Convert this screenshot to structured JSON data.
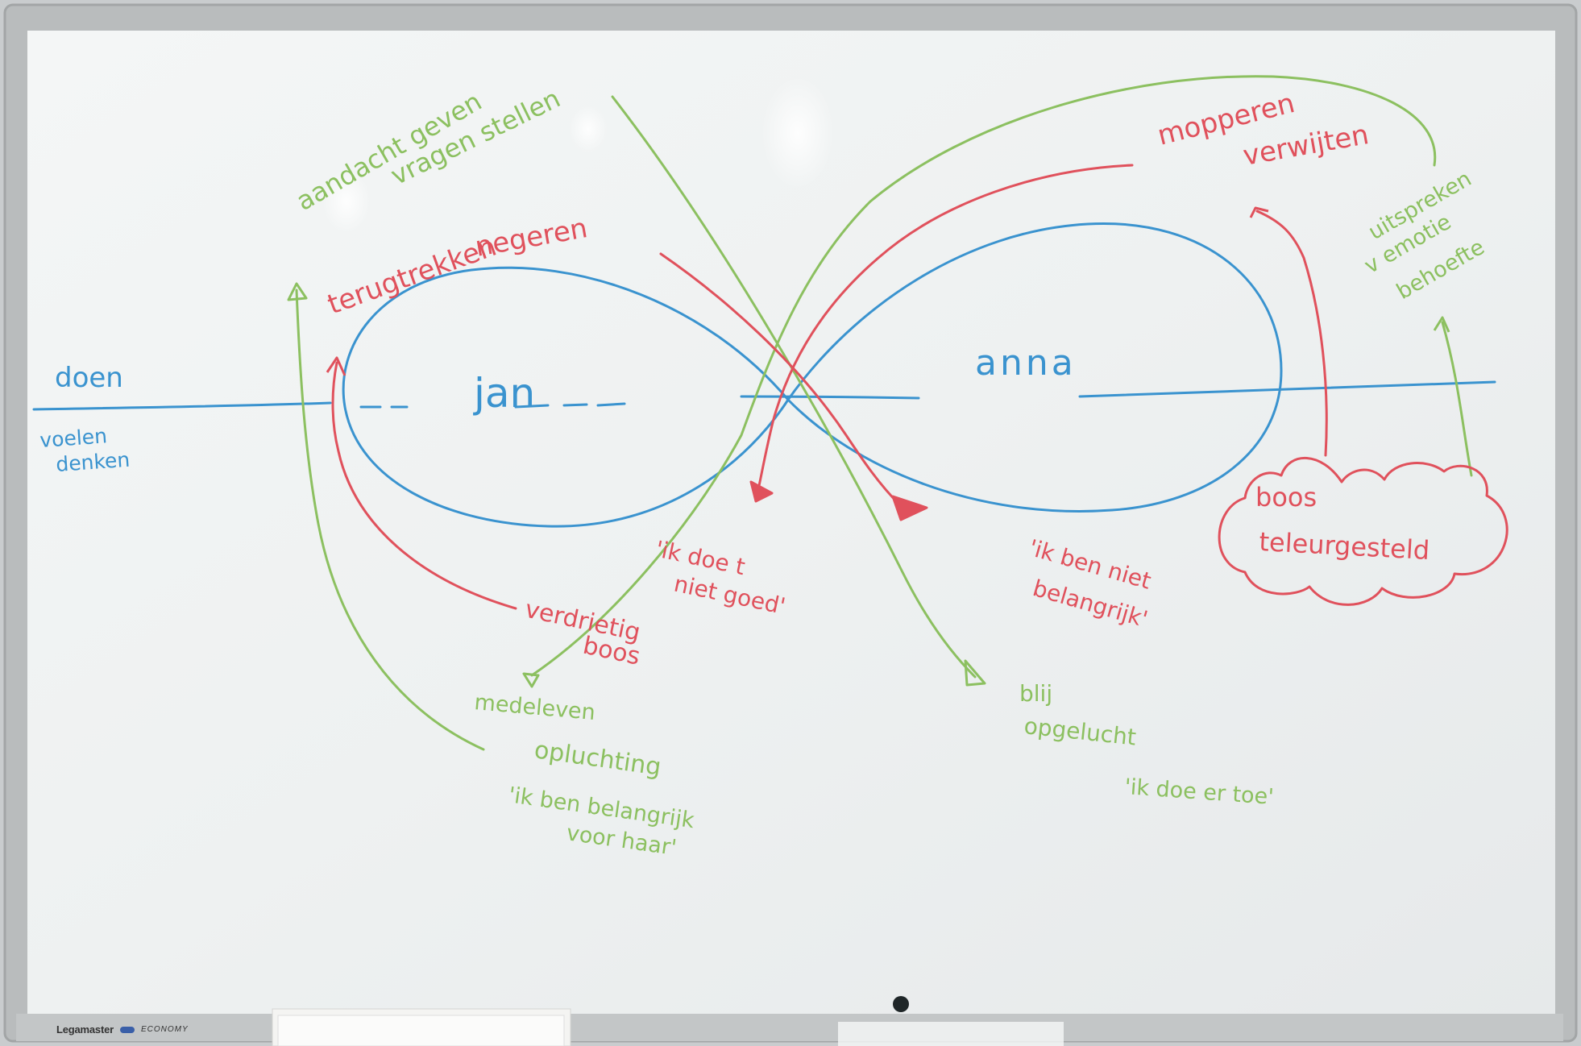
{
  "board": {
    "brand_name": "Legamaster",
    "brand_line": "ECONOMY"
  },
  "colors": {
    "blue": "#3a93cf",
    "red": "#e0515c",
    "green": "#8cc060",
    "board": "#eef1f1",
    "frame": "#b9bcbd"
  },
  "axis": {
    "left_top": "doen",
    "left_bottom_1": "voelen",
    "left_bottom_2": "denken"
  },
  "loops": {
    "left_name": "jan",
    "right_name": "anna"
  },
  "jan": {
    "red_top_1": "terugtrekken",
    "red_top_2": "negeren",
    "green_top_1": "aandacht geven",
    "green_top_2": "vragen stellen",
    "red_bottom_1": "verdrietig",
    "red_bottom_2": "boos",
    "green_bottom_1": "medeleven",
    "green_bottom_2": "opluchting",
    "green_quote_1": "'ik ben belangrijk",
    "green_quote_2": "voor haar'"
  },
  "middle": {
    "red_quote_1": "'ik doe t",
    "red_quote_2": "niet goed'"
  },
  "anna": {
    "red_top_1": "mopperen",
    "red_top_2": "verwijten",
    "green_side_1": "uitspreken",
    "green_side_2": "v emotie",
    "green_side_3": "behoefte",
    "cloud_1": "boos",
    "cloud_2": "teleurgesteld",
    "red_quote_1": "'ik ben niet",
    "red_quote_2": "belangrijk'",
    "green_bottom_1": "blij",
    "green_bottom_2": "opgelucht",
    "green_quote": "'ik doe er toe'"
  }
}
